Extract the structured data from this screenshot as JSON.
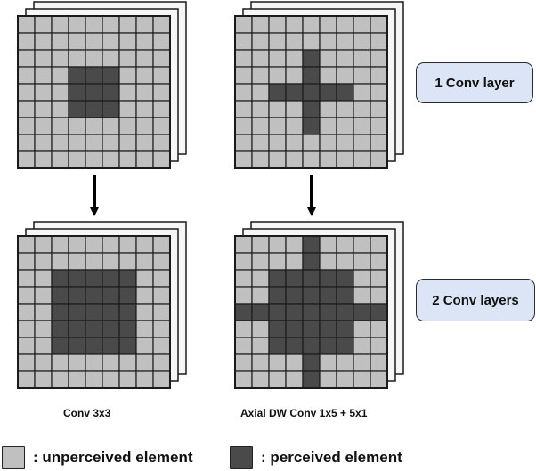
{
  "colors": {
    "unperceived": "#c0c0c0",
    "perceived": "#4a4a4a",
    "grid_line": "#1a1a1a",
    "badge_fill": "#dbe5f6",
    "stack_sheet": "#f6f6f6"
  },
  "grid_size": 9,
  "panels": [
    {
      "id": "conv3x3-layer1",
      "perceived_cells": [
        [
          3,
          3
        ],
        [
          3,
          4
        ],
        [
          3,
          5
        ],
        [
          4,
          3
        ],
        [
          4,
          4
        ],
        [
          4,
          5
        ],
        [
          5,
          3
        ],
        [
          5,
          4
        ],
        [
          5,
          5
        ]
      ]
    },
    {
      "id": "axial-layer1",
      "perceived_cells": [
        [
          2,
          4
        ],
        [
          3,
          4
        ],
        [
          5,
          4
        ],
        [
          6,
          4
        ],
        [
          4,
          2
        ],
        [
          4,
          3
        ],
        [
          4,
          4
        ],
        [
          4,
          5
        ],
        [
          4,
          6
        ]
      ]
    },
    {
      "id": "conv3x3-layer2",
      "perceived_cells": [
        [
          2,
          2
        ],
        [
          2,
          3
        ],
        [
          2,
          4
        ],
        [
          2,
          5
        ],
        [
          2,
          6
        ],
        [
          3,
          2
        ],
        [
          3,
          3
        ],
        [
          3,
          4
        ],
        [
          3,
          5
        ],
        [
          3,
          6
        ],
        [
          4,
          2
        ],
        [
          4,
          3
        ],
        [
          4,
          4
        ],
        [
          4,
          5
        ],
        [
          4,
          6
        ],
        [
          5,
          2
        ],
        [
          5,
          3
        ],
        [
          5,
          4
        ],
        [
          5,
          5
        ],
        [
          5,
          6
        ],
        [
          6,
          2
        ],
        [
          6,
          3
        ],
        [
          6,
          4
        ],
        [
          6,
          5
        ],
        [
          6,
          6
        ]
      ]
    },
    {
      "id": "axial-layer2",
      "perceived_cells": [
        [
          0,
          4
        ],
        [
          1,
          4
        ],
        [
          7,
          4
        ],
        [
          8,
          4
        ],
        [
          4,
          0
        ],
        [
          4,
          1
        ],
        [
          4,
          7
        ],
        [
          4,
          8
        ],
        [
          2,
          2
        ],
        [
          2,
          3
        ],
        [
          2,
          4
        ],
        [
          2,
          5
        ],
        [
          2,
          6
        ],
        [
          3,
          2
        ],
        [
          3,
          3
        ],
        [
          3,
          4
        ],
        [
          3,
          5
        ],
        [
          3,
          6
        ],
        [
          4,
          2
        ],
        [
          4,
          3
        ],
        [
          4,
          4
        ],
        [
          4,
          5
        ],
        [
          4,
          6
        ],
        [
          5,
          2
        ],
        [
          5,
          3
        ],
        [
          5,
          4
        ],
        [
          5,
          5
        ],
        [
          5,
          6
        ],
        [
          6,
          2
        ],
        [
          6,
          3
        ],
        [
          6,
          4
        ],
        [
          6,
          5
        ],
        [
          6,
          6
        ]
      ]
    }
  ],
  "badges": {
    "layer1": "1 Conv layer",
    "layer2": "2 Conv layers"
  },
  "captions": {
    "left": "Conv 3x3",
    "right": "Axial DW Conv 1x5 + 5x1"
  },
  "legend": {
    "unperceived": ": unperceived element",
    "perceived": ": perceived element"
  }
}
